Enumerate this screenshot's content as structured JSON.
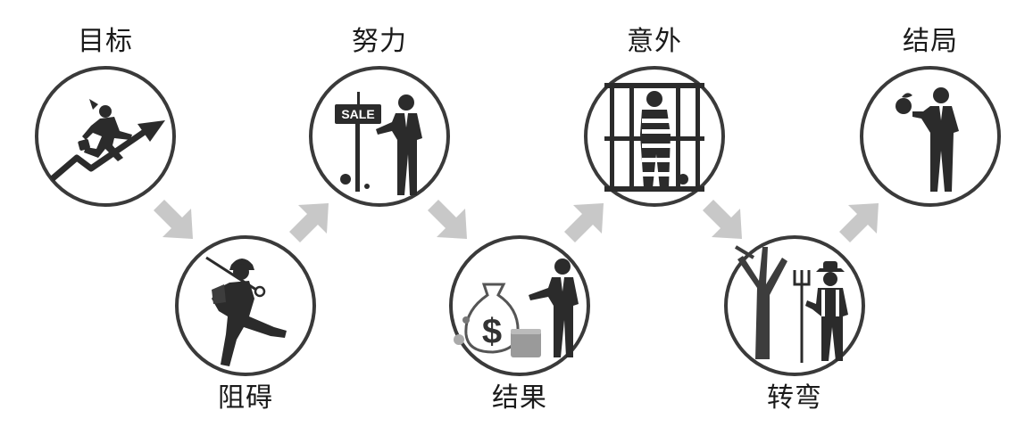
{
  "diagram": {
    "steps": [
      {
        "label": "目标",
        "icon": "businessman-running-up-arrow-icon"
      },
      {
        "label": "阻碍",
        "icon": "hiker-kicking-icon"
      },
      {
        "label": "努力",
        "icon": "businessman-with-sale-sign-icon"
      },
      {
        "label": "结果",
        "icon": "businessman-with-money-bag-icon"
      },
      {
        "label": "意外",
        "icon": "prisoner-behind-bars-icon"
      },
      {
        "label": "转弯",
        "icon": "farmer-with-pitchfork-under-tree-icon"
      },
      {
        "label": "结局",
        "icon": "businessman-holding-apple-icon"
      }
    ],
    "sale_sign_text": "SALE",
    "money_symbol": "$",
    "colors": {
      "ring": "#3a3a3a",
      "figure": "#2b2b2b",
      "arrow": "#c8c8c8",
      "text": "#1a1a1a"
    }
  }
}
